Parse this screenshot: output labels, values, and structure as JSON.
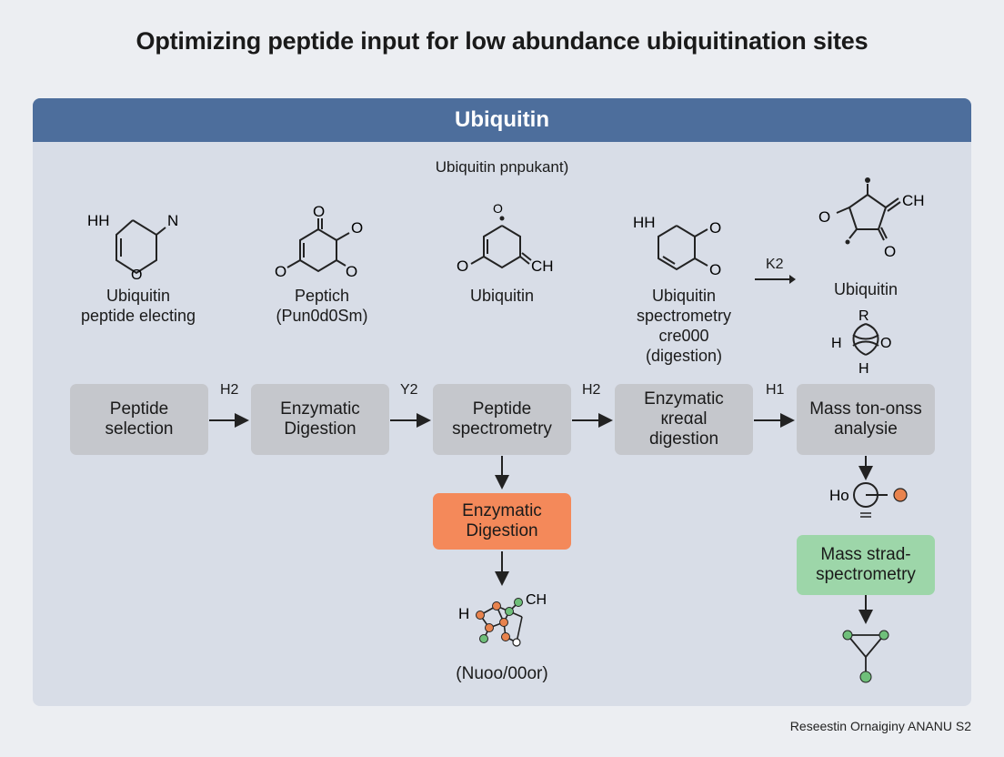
{
  "title": "Optimizing peptide input for low abundance ubiquitination sites",
  "panel": {
    "header": "Ubiquitin",
    "subtitle": "Ubiquitin pnpukant)"
  },
  "structures": [
    {
      "atoms": [
        "HH",
        "N",
        "O"
      ],
      "label": "Ubiquitin\npeptide electing"
    },
    {
      "atoms": [
        "O",
        "O",
        "O",
        "O"
      ],
      "label": "Peptich\n(Pun0d0Sm)"
    },
    {
      "atoms": [
        "O",
        "O",
        "CH"
      ],
      "label": "Ubiquitin"
    },
    {
      "atoms": [
        "HH",
        "O",
        "O"
      ],
      "label": "Ubiquitin\nspectrometry\ncre000\n(digestion)"
    },
    {
      "atoms": [
        "O",
        "CH",
        "O"
      ],
      "label": "Ubiquitin",
      "arrow_label": "K2",
      "sub_atoms": [
        "R",
        "H",
        "O",
        "H"
      ]
    }
  ],
  "steps": [
    {
      "label": "Peptide\nselection",
      "color": "gray"
    },
    {
      "label": "Enzymatic\nDigestion",
      "color": "gray"
    },
    {
      "label": "Peptide\nspectrometry",
      "color": "gray"
    },
    {
      "label": "Enzymatic\nкreαal\ndigestion",
      "color": "gray"
    },
    {
      "label": "Mass ton-onss\nanalysie",
      "color": "gray"
    }
  ],
  "step_arrows": [
    "H2",
    "Y2",
    "H2",
    "H1"
  ],
  "branch_left": {
    "box": "Enzymatic\nDigestion",
    "molecule_atoms": [
      "H",
      "CH"
    ],
    "molecule_label": "(Nuoo/00or)"
  },
  "branch_right": {
    "atom": "Ho",
    "box": "Mass strad-\nspectrometry"
  },
  "colors": {
    "header": "#4d6e9c",
    "panel": "#d8dde7",
    "step": "#c5c7cc",
    "orange": "#f4895a",
    "green": "#9dd6a9",
    "node_orange": "#e8834e",
    "node_green": "#6fbf7a"
  },
  "footer": "Reseestin Ornaiginy ANANU S2"
}
